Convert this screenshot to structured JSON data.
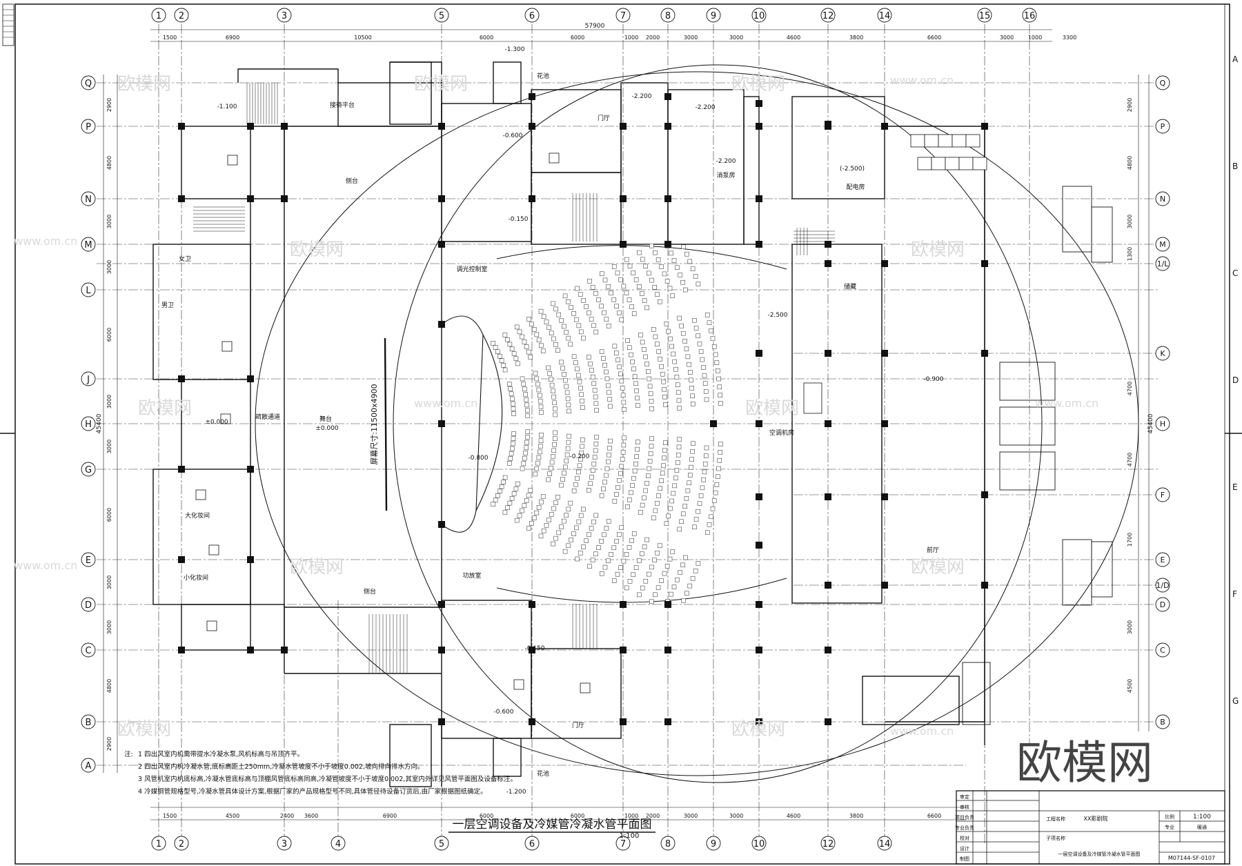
{
  "drawing": {
    "title": "一层空调设备及冷媒管冷凝水管平面图",
    "scale_label": "1:100",
    "total_width_dim": "57900",
    "total_height_dim": "45400",
    "stage_label": "屏幕尺寸:11500x4900",
    "watermark_brand": "欧模网",
    "watermark_url": "www.om.cn",
    "watermark_bottom": "欧模网"
  },
  "axis": {
    "columns_top": [
      "1",
      "2",
      "3",
      "5",
      "6",
      "7",
      "8",
      "9",
      "10",
      "12",
      "14",
      "15",
      "16"
    ],
    "columns_bottom": [
      "1",
      "2",
      "3",
      "4",
      "5",
      "6",
      "7",
      "8",
      "9",
      "10",
      "12",
      "14"
    ],
    "rows_left": [
      "Q",
      "P",
      "N",
      "M",
      "L",
      "J",
      "H",
      "G",
      "E",
      "D",
      "C",
      "B",
      "A"
    ],
    "rows_right": [
      "Q",
      "P",
      "N",
      "M",
      "1/L",
      "K",
      "H",
      "F",
      "E",
      "1/D",
      "D",
      "C",
      "B"
    ],
    "frame_letters": [
      "A",
      "B",
      "C",
      "D",
      "E",
      "F",
      "G"
    ]
  },
  "dims": {
    "top": [
      "1500",
      "6900",
      "10500",
      "6000",
      "6000",
      "1000",
      "2000",
      "3000",
      "3000",
      "4600",
      "3800",
      "6600",
      "3000",
      "1000",
      "3300"
    ],
    "bottom": [
      "1500",
      "4500",
      "2400",
      "3600",
      "6900",
      "6000",
      "6000",
      "1000",
      "2000",
      "3000",
      "3000",
      "4600",
      "3800",
      "6600"
    ],
    "left": [
      "2900",
      "4800",
      "3000",
      "3000",
      "6000",
      "3000",
      "3000",
      "6000",
      "3000",
      "3000",
      "4800",
      "2900"
    ],
    "right": [
      "2900",
      "4800",
      "3000",
      "1300",
      "4700",
      "4700",
      "1700",
      "3000",
      "4500"
    ]
  },
  "rooms": {
    "reception": "接待平台",
    "water_pump": "消泵房",
    "distribution": "配电房",
    "lobby_top": "门厅",
    "lobby_bottom": "门厅",
    "dressing_big": "大化妆间",
    "dressing_small": "小化妆间",
    "backstage": "侧台",
    "side_top": "侧台",
    "projection": "调光控制室",
    "sound": "功放室",
    "corridor": "疏散通道",
    "stage": "舞台",
    "ac_room": "空调机房",
    "foyer": "前厅",
    "storage": "储藏",
    "male": "男卫",
    "female": "女卫",
    "garden_top": "花池",
    "garden_bottom": "花池"
  },
  "elevations": {
    "e1": "-1.300",
    "e2": "-1.100",
    "e3": "-2.200",
    "e4": "-2.200",
    "e5": "-2.200",
    "e6": "-0.600",
    "e7": "-0.150",
    "e8": "-2.500",
    "e9": "-0.900",
    "e10": "±0.000",
    "e11": "-0.800",
    "e12": "-0.200",
    "e13": "-0.150",
    "e14": "-0.600",
    "e15": "-1.200",
    "e16": "±0.000",
    "e17": "(-2.500)"
  },
  "notes": {
    "heading": "注:",
    "lines": [
      "1  四出风室内机需带提水冷凝水泵,风机标高与吊顶齐平。",
      "2  四出风室内机冷凝水管,底标高距土250mm,冷凝水管坡度不小于坡度0.002,坡向排向排水方向。",
      "3  风管机室内机底标高,冷凝水管底标高与顶棚风管底标高同高,冷凝管坡度不小于坡度0.002,其室内外详见风管平面图及设备标注。",
      "4  冷媒铜管规格型号,冷凝水管具体设计方案,根据厂家的产品规格型号不同,具体管径待设备订货后,由厂家根据图纸确定。"
    ]
  },
  "title_block": {
    "project_label": "工程名称",
    "project_value": "XX影剧院",
    "subitem_label": "子项名称",
    "drawing_name": "一层空调设备及冷媒管冷凝水管平面图",
    "scale_label": "比例",
    "scale_value": "1:100",
    "stage_label": "专业",
    "stage_value": "暖通",
    "drawing_no": "M07144-SF-0107",
    "roles": [
      "审定",
      "审核",
      "项目负责",
      "专业负责",
      "校对",
      "设计",
      "制图"
    ]
  }
}
